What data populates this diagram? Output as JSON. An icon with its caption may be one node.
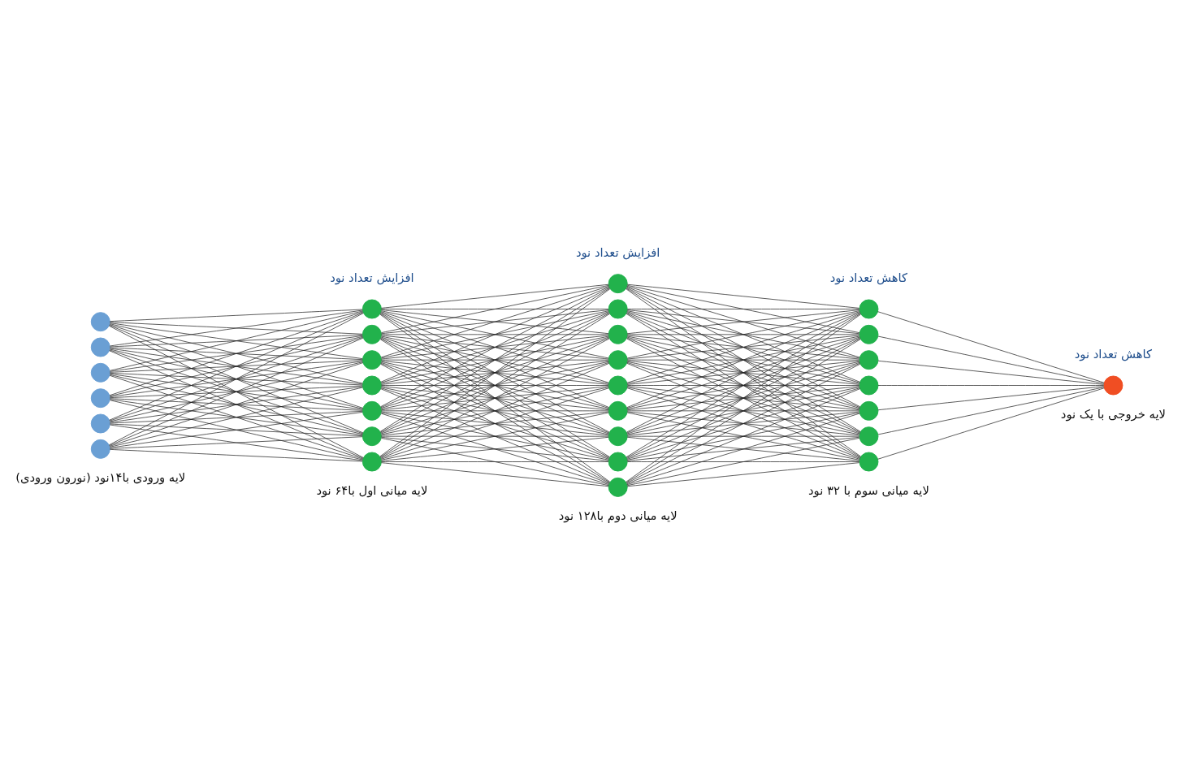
{
  "diagram": {
    "nodes": [
      {
        "text": [],
        "shape": "circle"
      },
      {
        "text": [],
        "shape": "circle"
      },
      {
        "text": [],
        "shape": "circle"
      },
      {
        "text": [],
        "shape": "circle"
      },
      {
        "text": [],
        "shape": "circle"
      },
      {
        "text": [],
        "shape": "circle"
      },
      {
        "text": [],
        "shape": "circle"
      },
      {
        "text": [],
        "shape": "circle"
      },
      {
        "text": [],
        "shape": "circle"
      },
      {
        "text": [],
        "shape": "circle"
      },
      {
        "text": [],
        "shape": "circle"
      },
      {
        "text": [],
        "shape": "circle"
      },
      {
        "text": [],
        "shape": "circle"
      },
      {
        "text": [],
        "shape": "circle"
      },
      {
        "text": [],
        "shape": "circle"
      },
      {
        "text": [],
        "shape": "circle"
      },
      {
        "text": [],
        "shape": "circle"
      },
      {
        "text": [],
        "shape": "circle"
      },
      {
        "text": [],
        "shape": "circle"
      },
      {
        "text": [],
        "shape": "circle"
      },
      {
        "text": [],
        "shape": "circle"
      },
      {
        "text": [],
        "shape": "circle"
      },
      {
        "text": [],
        "shape": "circle"
      },
      {
        "text": [],
        "shape": "circle"
      },
      {
        "text": [],
        "shape": "circle"
      },
      {
        "text": [],
        "shape": "circle"
      },
      {
        "text": [],
        "shape": "circle"
      },
      {
        "text": [],
        "shape": "circle"
      },
      {
        "text": [],
        "shape": "circle"
      },
      {
        "text": [],
        "shape": "circle"
      }
    ],
    "edges": [
      {
        "from": 0,
        "to": 6,
        "arrow": "none"
      },
      {
        "from": 0,
        "to": 7,
        "arrow": "none"
      },
      {
        "from": 0,
        "to": 8,
        "arrow": "none"
      },
      {
        "from": 0,
        "to": 9,
        "arrow": "none"
      },
      {
        "from": 0,
        "to": 10,
        "arrow": "none"
      },
      {
        "from": 0,
        "to": 11,
        "arrow": "none"
      },
      {
        "from": 0,
        "to": 12,
        "arrow": "none"
      },
      {
        "from": 1,
        "to": 6,
        "arrow": "none"
      },
      {
        "from": 1,
        "to": 7,
        "arrow": "none"
      },
      {
        "from": 1,
        "to": 8,
        "arrow": "none"
      },
      {
        "from": 1,
        "to": 9,
        "arrow": "none"
      },
      {
        "from": 1,
        "to": 10,
        "arrow": "none"
      },
      {
        "from": 1,
        "to": 11,
        "arrow": "none"
      },
      {
        "from": 1,
        "to": 12,
        "arrow": "none"
      },
      {
        "from": 2,
        "to": 6,
        "arrow": "none"
      },
      {
        "from": 2,
        "to": 7,
        "arrow": "none"
      },
      {
        "from": 2,
        "to": 8,
        "arrow": "none"
      },
      {
        "from": 2,
        "to": 9,
        "arrow": "none"
      },
      {
        "from": 2,
        "to": 10,
        "arrow": "none"
      },
      {
        "from": 2,
        "to": 11,
        "arrow": "none"
      },
      {
        "from": 2,
        "to": 12,
        "arrow": "none"
      },
      {
        "from": 3,
        "to": 6,
        "arrow": "none"
      },
      {
        "from": 3,
        "to": 7,
        "arrow": "none"
      },
      {
        "from": 3,
        "to": 8,
        "arrow": "none"
      },
      {
        "from": 3,
        "to": 9,
        "arrow": "none"
      },
      {
        "from": 3,
        "to": 10,
        "arrow": "none"
      },
      {
        "from": 3,
        "to": 11,
        "arrow": "none"
      },
      {
        "from": 3,
        "to": 12,
        "arrow": "none"
      },
      {
        "from": 4,
        "to": 6,
        "arrow": "none"
      },
      {
        "from": 4,
        "to": 7,
        "arrow": "none"
      },
      {
        "from": 4,
        "to": 8,
        "arrow": "none"
      },
      {
        "from": 4,
        "to": 9,
        "arrow": "none"
      },
      {
        "from": 4,
        "to": 10,
        "arrow": "none"
      },
      {
        "from": 4,
        "to": 11,
        "arrow": "none"
      },
      {
        "from": 4,
        "to": 12,
        "arrow": "none"
      },
      {
        "from": 5,
        "to": 6,
        "arrow": "none"
      },
      {
        "from": 5,
        "to": 7,
        "arrow": "none"
      },
      {
        "from": 5,
        "to": 8,
        "arrow": "none"
      },
      {
        "from": 5,
        "to": 9,
        "arrow": "none"
      },
      {
        "from": 5,
        "to": 10,
        "arrow": "none"
      },
      {
        "from": 5,
        "to": 11,
        "arrow": "none"
      },
      {
        "from": 5,
        "to": 12,
        "arrow": "none"
      },
      {
        "from": 6,
        "to": 13,
        "arrow": "none"
      },
      {
        "from": 6,
        "to": 14,
        "arrow": "none"
      },
      {
        "from": 6,
        "to": 15,
        "arrow": "none"
      },
      {
        "from": 6,
        "to": 16,
        "arrow": "none"
      },
      {
        "from": 6,
        "to": 17,
        "arrow": "none"
      },
      {
        "from": 6,
        "to": 18,
        "arrow": "none"
      },
      {
        "from": 6,
        "to": 19,
        "arrow": "none"
      },
      {
        "from": 6,
        "to": 20,
        "arrow": "none"
      },
      {
        "from": 6,
        "to": 21,
        "arrow": "none"
      },
      {
        "from": 7,
        "to": 13,
        "arrow": "none"
      },
      {
        "from": 7,
        "to": 14,
        "arrow": "none"
      },
      {
        "from": 7,
        "to": 15,
        "arrow": "none"
      },
      {
        "from": 7,
        "to": 16,
        "arrow": "none"
      },
      {
        "from": 7,
        "to": 17,
        "arrow": "none"
      },
      {
        "from": 7,
        "to": 18,
        "arrow": "none"
      },
      {
        "from": 7,
        "to": 19,
        "arrow": "none"
      },
      {
        "from": 7,
        "to": 20,
        "arrow": "none"
      },
      {
        "from": 7,
        "to": 21,
        "arrow": "none"
      },
      {
        "from": 8,
        "to": 13,
        "arrow": "none"
      },
      {
        "from": 8,
        "to": 14,
        "arrow": "none"
      },
      {
        "from": 8,
        "to": 15,
        "arrow": "none"
      },
      {
        "from": 8,
        "to": 16,
        "arrow": "none"
      },
      {
        "from": 8,
        "to": 17,
        "arrow": "none"
      },
      {
        "from": 8,
        "to": 18,
        "arrow": "none"
      },
      {
        "from": 8,
        "to": 19,
        "arrow": "none"
      },
      {
        "from": 8,
        "to": 20,
        "arrow": "none"
      },
      {
        "from": 8,
        "to": 21,
        "arrow": "none"
      },
      {
        "from": 9,
        "to": 13,
        "arrow": "none"
      },
      {
        "from": 9,
        "to": 14,
        "arrow": "none"
      },
      {
        "from": 9,
        "to": 15,
        "arrow": "none"
      },
      {
        "from": 9,
        "to": 16,
        "arrow": "none"
      },
      {
        "from": 9,
        "to": 17,
        "arrow": "none"
      },
      {
        "from": 9,
        "to": 18,
        "arrow": "none"
      },
      {
        "from": 9,
        "to": 19,
        "arrow": "none"
      },
      {
        "from": 9,
        "to": 20,
        "arrow": "none"
      },
      {
        "from": 9,
        "to": 21,
        "arrow": "none"
      },
      {
        "from": 10,
        "to": 13,
        "arrow": "none"
      },
      {
        "from": 10,
        "to": 14,
        "arrow": "none"
      },
      {
        "from": 10,
        "to": 15,
        "arrow": "none"
      },
      {
        "from": 10,
        "to": 16,
        "arrow": "none"
      },
      {
        "from": 10,
        "to": 17,
        "arrow": "none"
      },
      {
        "from": 10,
        "to": 18,
        "arrow": "none"
      },
      {
        "from": 10,
        "to": 19,
        "arrow": "none"
      },
      {
        "from": 10,
        "to": 20,
        "arrow": "none"
      },
      {
        "from": 10,
        "to": 21,
        "arrow": "none"
      },
      {
        "from": 11,
        "to": 13,
        "arrow": "none"
      },
      {
        "from": 11,
        "to": 14,
        "arrow": "none"
      },
      {
        "from": 11,
        "to": 15,
        "arrow": "none"
      },
      {
        "from": 11,
        "to": 16,
        "arrow": "none"
      },
      {
        "from": 11,
        "to": 17,
        "arrow": "none"
      },
      {
        "from": 11,
        "to": 18,
        "arrow": "none"
      },
      {
        "from": 11,
        "to": 19,
        "arrow": "none"
      },
      {
        "from": 11,
        "to": 20,
        "arrow": "none"
      },
      {
        "from": 11,
        "to": 21,
        "arrow": "none"
      },
      {
        "from": 12,
        "to": 13,
        "arrow": "none"
      },
      {
        "from": 12,
        "to": 14,
        "arrow": "none"
      },
      {
        "from": 12,
        "to": 15,
        "arrow": "none"
      },
      {
        "from": 12,
        "to": 16,
        "arrow": "none"
      },
      {
        "from": 12,
        "to": 17,
        "arrow": "none"
      },
      {
        "from": 12,
        "to": 18,
        "arrow": "none"
      },
      {
        "from": 12,
        "to": 19,
        "arrow": "none"
      },
      {
        "from": 12,
        "to": 20,
        "arrow": "none"
      },
      {
        "from": 12,
        "to": 21,
        "arrow": "none"
      },
      {
        "from": 13,
        "to": 22,
        "arrow": "none"
      },
      {
        "from": 13,
        "to": 23,
        "arrow": "none"
      },
      {
        "from": 13,
        "to": 24,
        "arrow": "none"
      },
      {
        "from": 13,
        "to": 25,
        "arrow": "none"
      },
      {
        "from": 13,
        "to": 26,
        "arrow": "none"
      },
      {
        "from": 13,
        "to": 27,
        "arrow": "none"
      },
      {
        "from": 13,
        "to": 28,
        "arrow": "none"
      },
      {
        "from": 14,
        "to": 22,
        "arrow": "none"
      },
      {
        "from": 14,
        "to": 23,
        "arrow": "none"
      },
      {
        "from": 14,
        "to": 24,
        "arrow": "none"
      },
      {
        "from": 14,
        "to": 25,
        "arrow": "none"
      },
      {
        "from": 14,
        "to": 26,
        "arrow": "none"
      },
      {
        "from": 14,
        "to": 27,
        "arrow": "none"
      },
      {
        "from": 14,
        "to": 28,
        "arrow": "none"
      },
      {
        "from": 15,
        "to": 22,
        "arrow": "none"
      },
      {
        "from": 15,
        "to": 23,
        "arrow": "none"
      },
      {
        "from": 15,
        "to": 24,
        "arrow": "none"
      },
      {
        "from": 15,
        "to": 25,
        "arrow": "none"
      },
      {
        "from": 15,
        "to": 26,
        "arrow": "none"
      },
      {
        "from": 15,
        "to": 27,
        "arrow": "none"
      },
      {
        "from": 15,
        "to": 28,
        "arrow": "none"
      },
      {
        "from": 16,
        "to": 22,
        "arrow": "none"
      },
      {
        "from": 16,
        "to": 23,
        "arrow": "none"
      },
      {
        "from": 16,
        "to": 24,
        "arrow": "none"
      },
      {
        "from": 16,
        "to": 25,
        "arrow": "none"
      },
      {
        "from": 16,
        "to": 26,
        "arrow": "none"
      },
      {
        "from": 16,
        "to": 27,
        "arrow": "none"
      },
      {
        "from": 16,
        "to": 28,
        "arrow": "none"
      },
      {
        "from": 17,
        "to": 22,
        "arrow": "none"
      },
      {
        "from": 17,
        "to": 23,
        "arrow": "none"
      },
      {
        "from": 17,
        "to": 24,
        "arrow": "none"
      },
      {
        "from": 17,
        "to": 25,
        "arrow": "none"
      },
      {
        "from": 17,
        "to": 26,
        "arrow": "none"
      },
      {
        "from": 17,
        "to": 27,
        "arrow": "none"
      },
      {
        "from": 17,
        "to": 28,
        "arrow": "none"
      },
      {
        "from": 18,
        "to": 22,
        "arrow": "none"
      },
      {
        "from": 18,
        "to": 23,
        "arrow": "none"
      },
      {
        "from": 18,
        "to": 24,
        "arrow": "none"
      },
      {
        "from": 18,
        "to": 25,
        "arrow": "none"
      },
      {
        "from": 18,
        "to": 26,
        "arrow": "none"
      },
      {
        "from": 18,
        "to": 27,
        "arrow": "none"
      },
      {
        "from": 18,
        "to": 28,
        "arrow": "none"
      },
      {
        "from": 19,
        "to": 22,
        "arrow": "none"
      },
      {
        "from": 19,
        "to": 23,
        "arrow": "none"
      },
      {
        "from": 19,
        "to": 24,
        "arrow": "none"
      },
      {
        "from": 19,
        "to": 25,
        "arrow": "none"
      },
      {
        "from": 19,
        "to": 26,
        "arrow": "none"
      },
      {
        "from": 19,
        "to": 27,
        "arrow": "none"
      },
      {
        "from": 19,
        "to": 28,
        "arrow": "none"
      },
      {
        "from": 20,
        "to": 22,
        "arrow": "none"
      },
      {
        "from": 20,
        "to": 23,
        "arrow": "none"
      },
      {
        "from": 20,
        "to": 24,
        "arrow": "none"
      },
      {
        "from": 20,
        "to": 25,
        "arrow": "none"
      },
      {
        "from": 20,
        "to": 26,
        "arrow": "none"
      },
      {
        "from": 20,
        "to": 27,
        "arrow": "none"
      },
      {
        "from": 20,
        "to": 28,
        "arrow": "none"
      },
      {
        "from": 21,
        "to": 22,
        "arrow": "none"
      },
      {
        "from": 21,
        "to": 23,
        "arrow": "none"
      },
      {
        "from": 21,
        "to": 24,
        "arrow": "none"
      },
      {
        "from": 21,
        "to": 25,
        "arrow": "none"
      },
      {
        "from": 21,
        "to": 26,
        "arrow": "none"
      },
      {
        "from": 21,
        "to": 27,
        "arrow": "none"
      },
      {
        "from": 21,
        "to": 28,
        "arrow": "none"
      },
      {
        "from": 22,
        "to": 29,
        "arrow": "none"
      },
      {
        "from": 23,
        "to": 29,
        "arrow": "none"
      },
      {
        "from": 24,
        "to": 29,
        "arrow": "none"
      },
      {
        "from": 25,
        "to": 29,
        "arrow": "none"
      },
      {
        "from": 26,
        "to": 29,
        "arrow": "none"
      },
      {
        "from": 27,
        "to": 29,
        "arrow": "none"
      },
      {
        "from": 28,
        "to": 29,
        "arrow": "none"
      }
    ],
    "labels": [
      "افزایش تعداد نود",
      "کاهش تعداد نود",
      "افزایش تعداد نود",
      "کاهش تعداد نود",
      "لایه ورودی با۱۴نود (نورون ورودی)",
      "لایه میانی اول با۶۴ نود",
      "لایه میانی دوم با۱۲۸ نود",
      "لایه میانی سوم با ۳۲ نود",
      "لایه خروجی با یک نود"
    ]
  }
}
